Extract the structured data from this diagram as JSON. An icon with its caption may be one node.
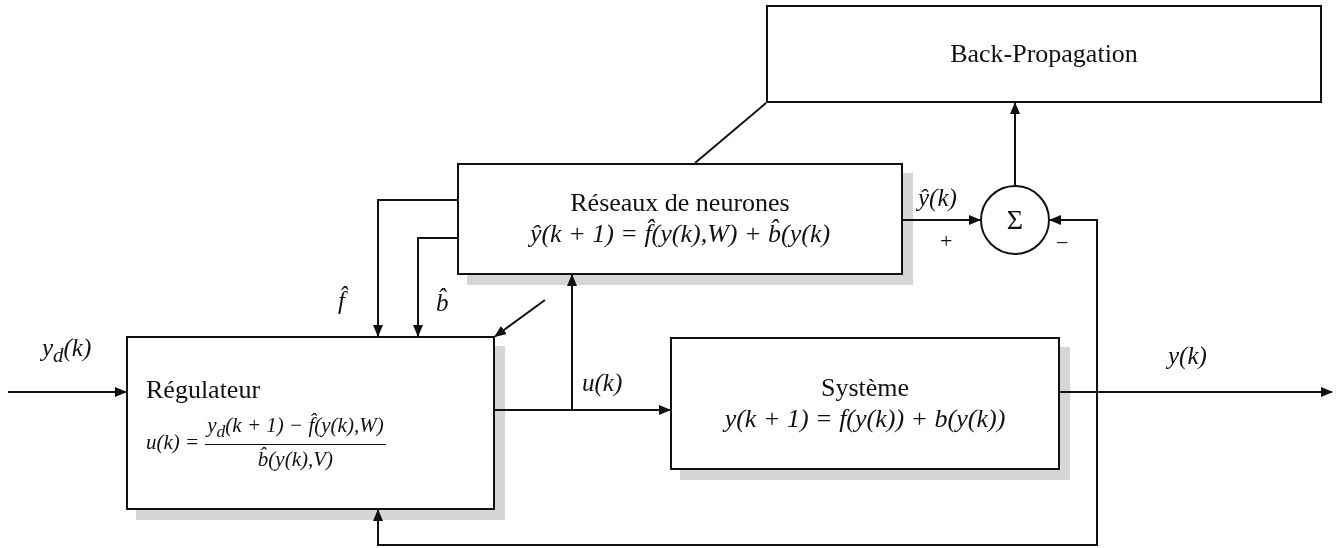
{
  "diagram": {
    "nodes": [
      {
        "text": [
          "Back-Propagation"
        ]
      },
      {
        "text": [
          "Réseaux de neurones",
          "ŷ(k + 1) = f̂(y(k),W) + b̂(y(k)"
        ]
      },
      {
        "text": [
          "Σ"
        ]
      },
      {
        "text": [
          "Régulateur",
          "u(k) =",
          "y$_{d}$(k + 1) − f̂(y(k),W)",
          "b̂(y(k),V)"
        ]
      },
      {
        "text": [
          "Système",
          "y(k + 1) = f(y(k)) + b(y(k))"
        ]
      }
    ],
    "edges": [
      {
        "from": null,
        "to": 3,
        "arrow": "to",
        "label": "y$_{d}$(k)"
      },
      {
        "from": 1,
        "to": 3,
        "arrow": "to",
        "label": "f̂"
      },
      {
        "from": 1,
        "to": 3,
        "arrow": "to",
        "label": "b̂"
      },
      {
        "from": null,
        "to": 3,
        "arrow": "to"
      },
      {
        "from": 3,
        "to": 4,
        "arrow": "to",
        "label": "u(k)"
      },
      {
        "from": 3,
        "to": 1,
        "arrow": "to"
      },
      {
        "from": 4,
        "to": null,
        "arrow": "to",
        "label": "y(k)"
      },
      {
        "from": 4,
        "to": 3,
        "arrow": "to"
      },
      {
        "from": 4,
        "to": 2,
        "arrow": "to"
      },
      {
        "from": 1,
        "to": 2,
        "arrow": "to",
        "label": "ŷ(k)"
      },
      {
        "from": 2,
        "to": 0,
        "arrow": "to"
      },
      {
        "from": 1,
        "to": 0,
        "arrow": "none"
      }
    ],
    "labels": [
      "+",
      "−"
    ]
  }
}
